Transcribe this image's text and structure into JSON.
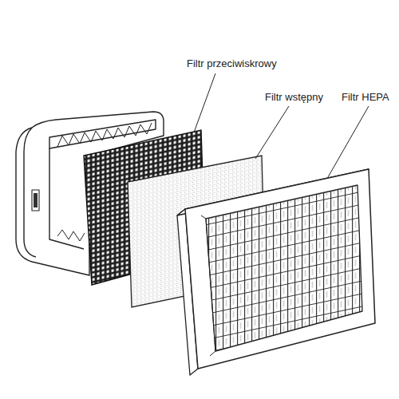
{
  "diagram": {
    "labels": [
      "Filtr przeciwiskrowy",
      "Filtr wstępny",
      "Filtr HEPA"
    ]
  }
}
